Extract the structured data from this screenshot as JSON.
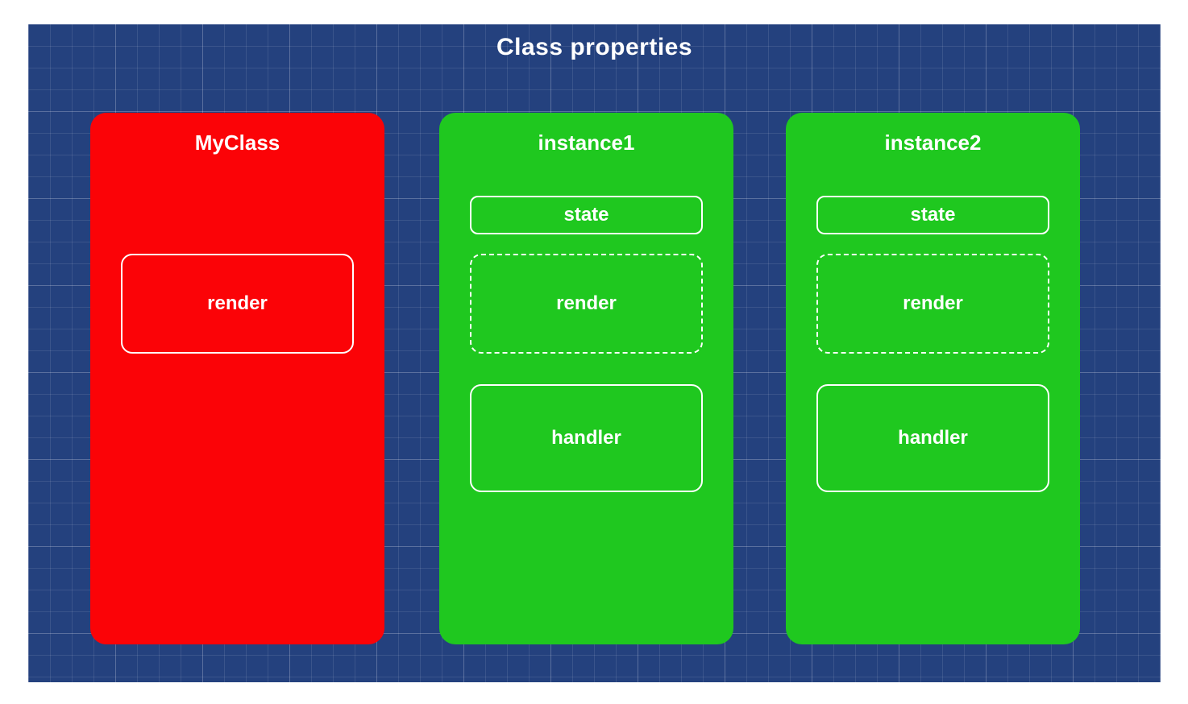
{
  "diagram": {
    "title": "Class properties",
    "colors": {
      "background": "#24417e",
      "grid_line": "#3f5f9e",
      "class_red": "#fb0307",
      "class_green": "#1fc81f",
      "text": "#ffffff"
    },
    "classes": [
      {
        "title": "MyClass",
        "color": "#fb0307",
        "members": [
          {
            "label": "render",
            "border": "solid"
          }
        ]
      },
      {
        "title": "instance1",
        "color": "#1fc81f",
        "members": [
          {
            "label": "state",
            "border": "solid"
          },
          {
            "label": "render",
            "border": "dashed"
          },
          {
            "label": "handler",
            "border": "solid"
          }
        ]
      },
      {
        "title": "instance2",
        "color": "#1fc81f",
        "members": [
          {
            "label": "state",
            "border": "solid"
          },
          {
            "label": "render",
            "border": "dashed"
          },
          {
            "label": "handler",
            "border": "solid"
          }
        ]
      }
    ]
  }
}
